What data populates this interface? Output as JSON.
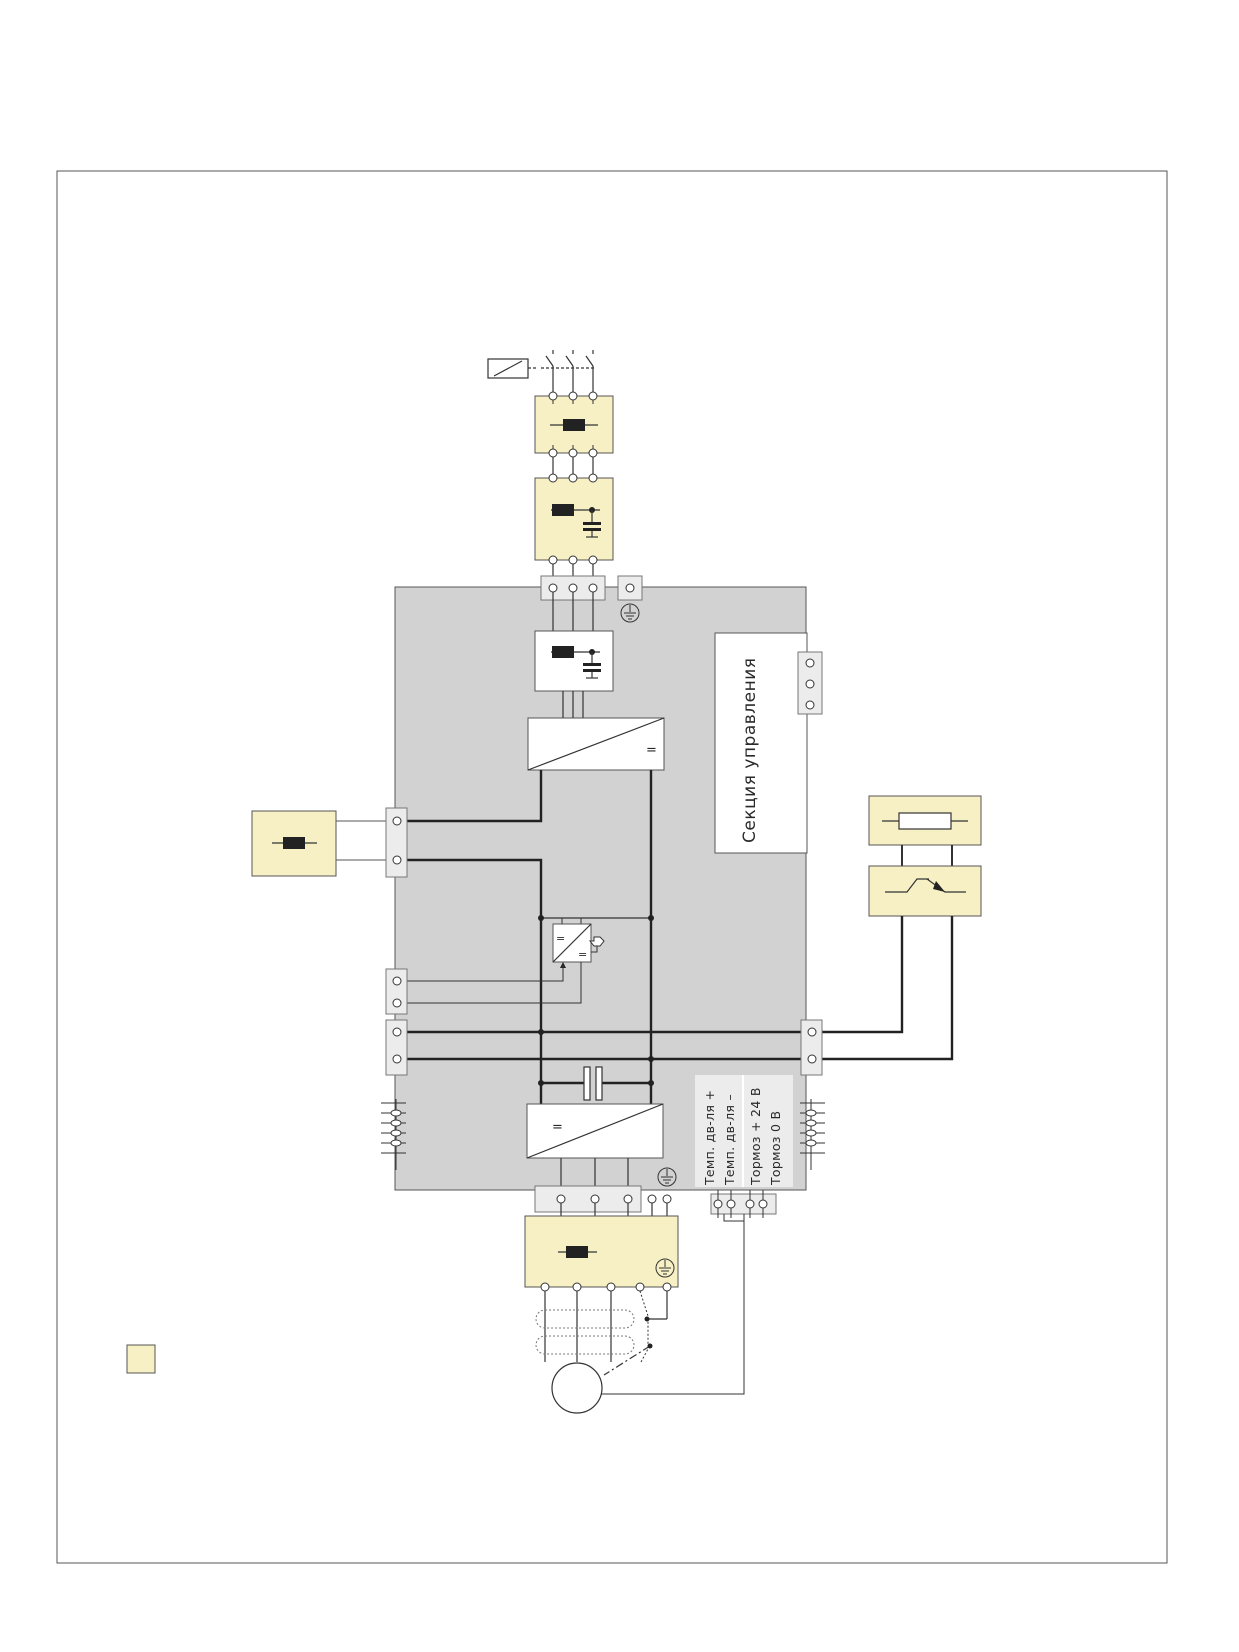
{
  "diagram": {
    "control_section_label": "Секция управления",
    "terminal_labels": {
      "motor_temp_plus": "Темп. дв-ля +",
      "motor_temp_minus": "Темп. дв-ля –",
      "brake_plus_24v": "Тормоз + 24 В",
      "brake_0v": "Тормоз 0 В"
    },
    "dc_converter_symbol": "=",
    "colors": {
      "option_fill": "#f6f0c4",
      "unit_fill": "#d2d2d2",
      "terminal_fill": "#ececec",
      "line": "#333333"
    },
    "legend": {
      "option_swatch": "option-component"
    }
  }
}
